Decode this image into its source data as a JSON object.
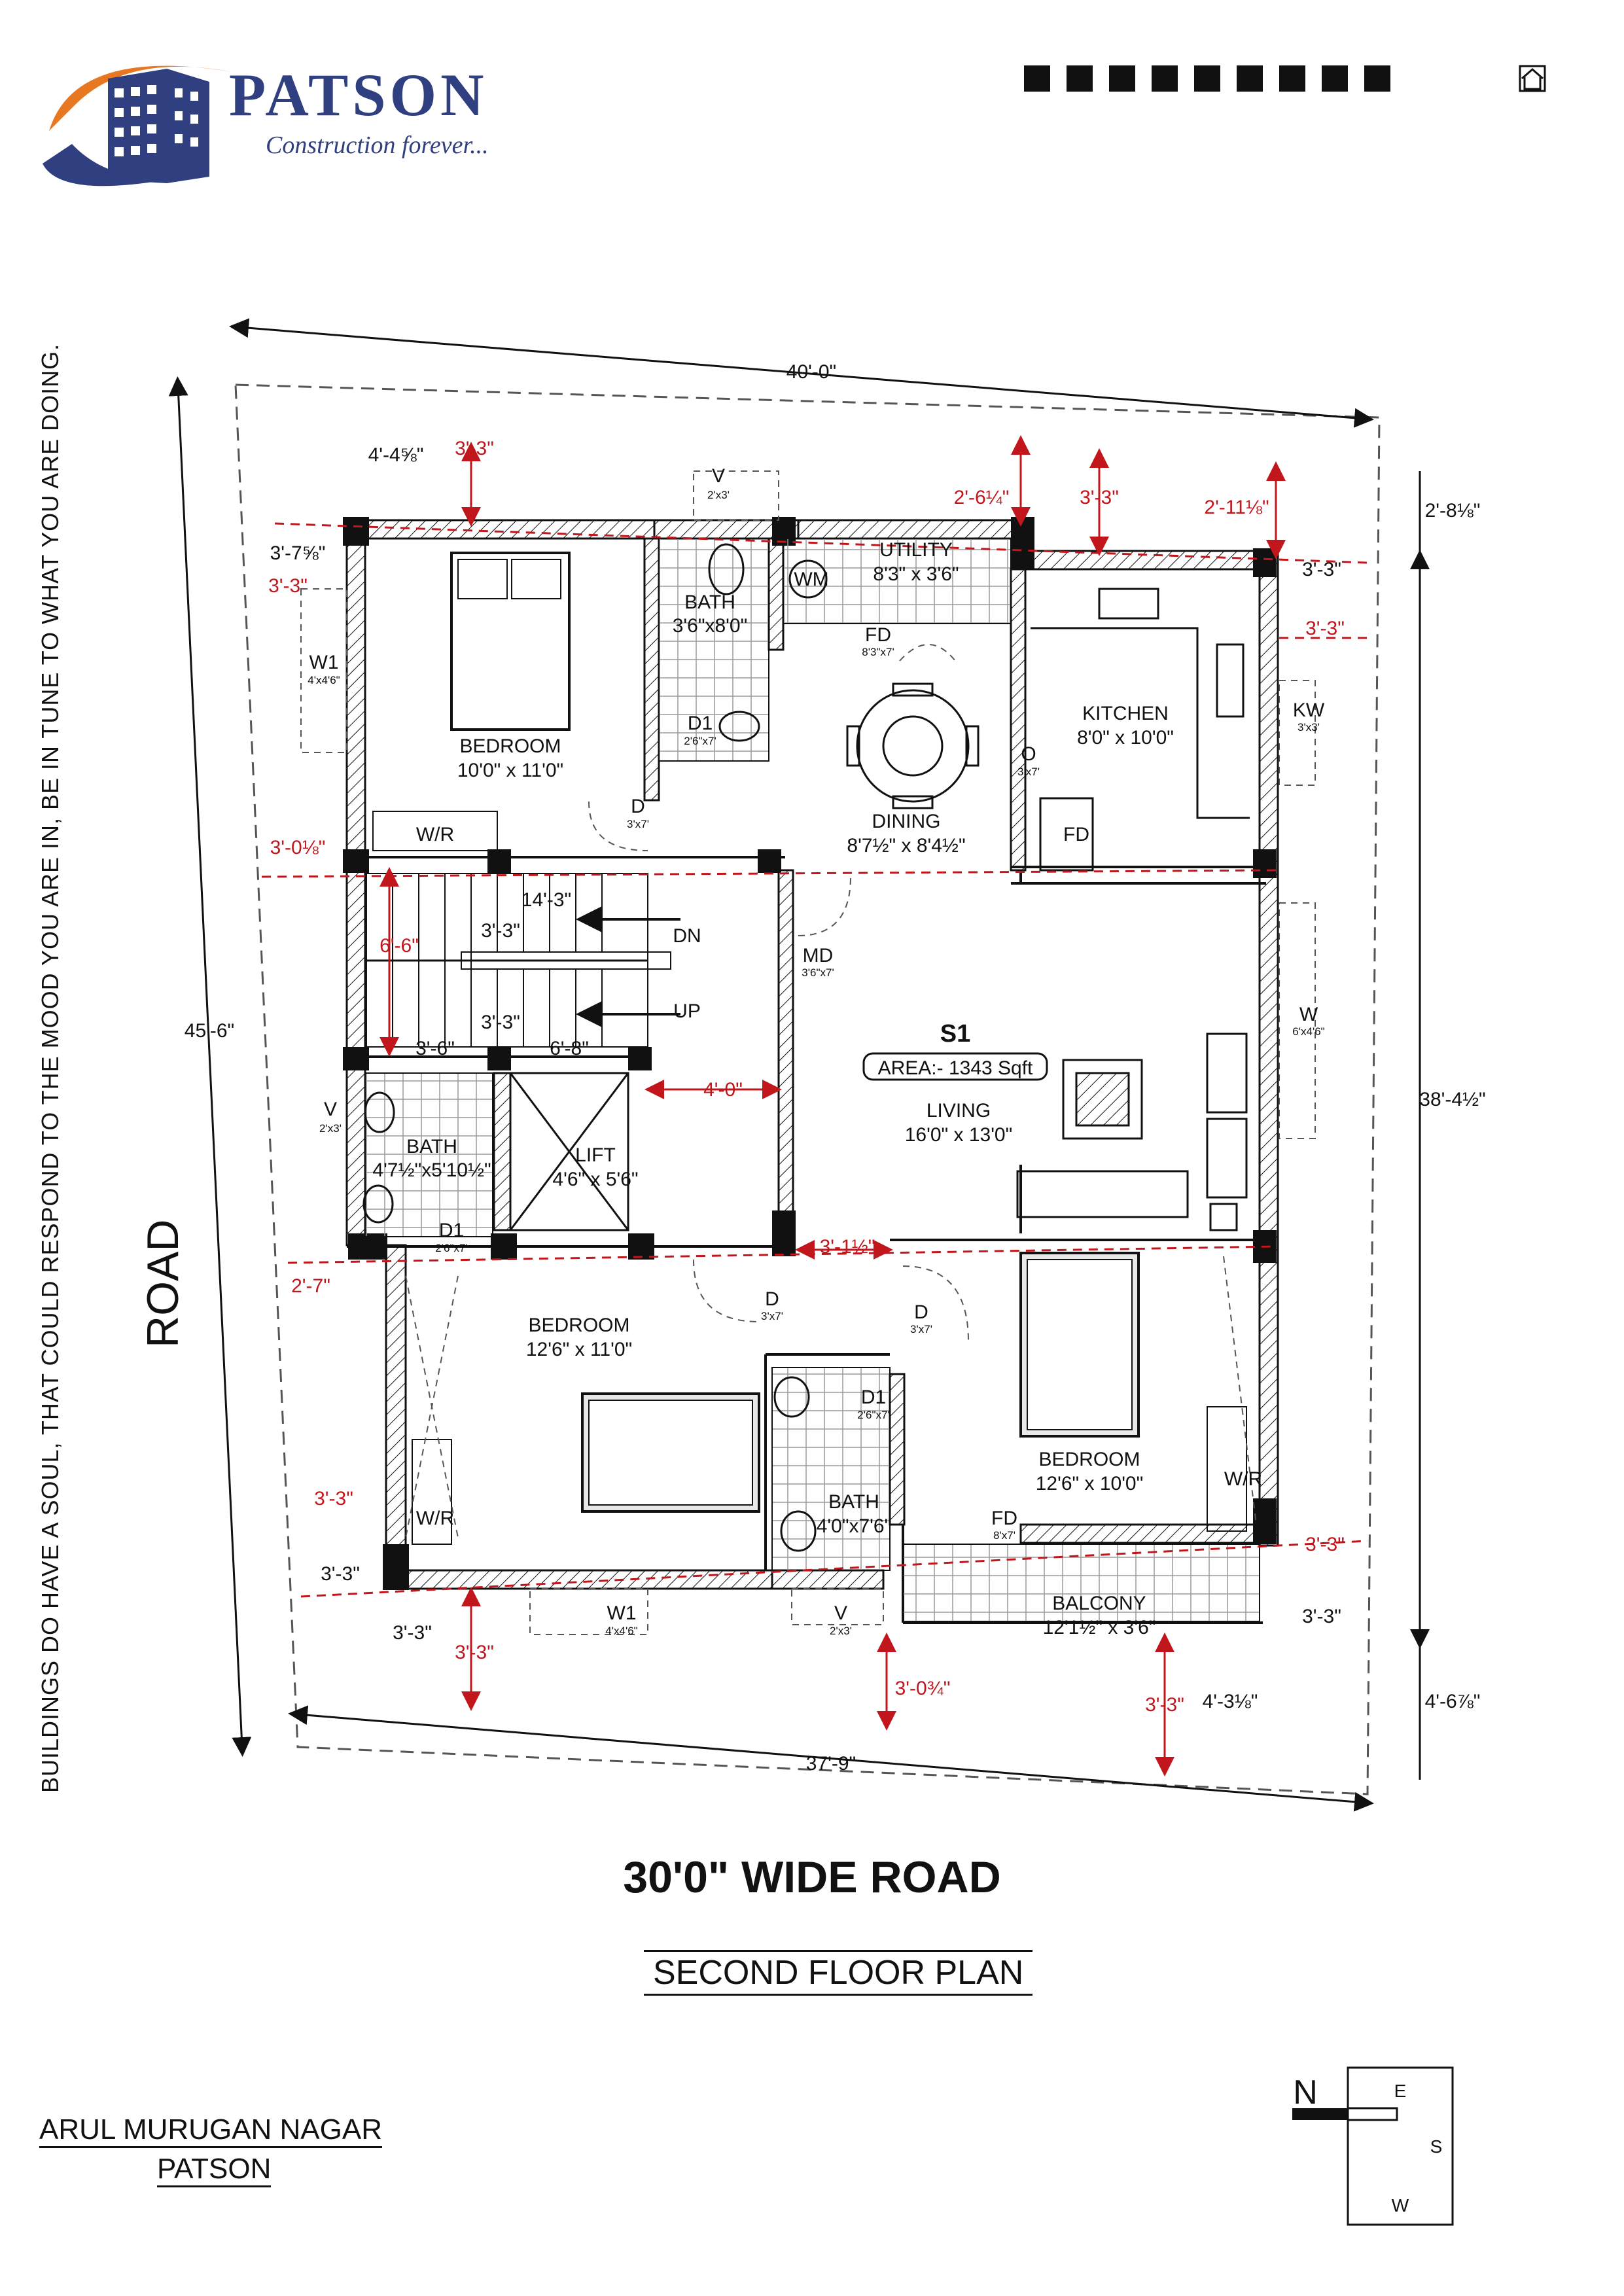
{
  "brand": {
    "name": "PATSON",
    "tagline": "Construction forever..."
  },
  "side_text": "BUILDINGS DO HAVE A SOUL, THAT COULD RESPOND TO THE MOOD YOU ARE IN, BE IN TUNE TO WHAT YOU ARE DOING.",
  "road_label": "ROAD",
  "road_title": "30'0\" WIDE ROAD",
  "plan_title": "SECOND FLOOR PLAN",
  "location": {
    "line1": "ARUL MURUGAN NAGAR",
    "line2": "PATSON"
  },
  "compass": {
    "n": "N",
    "e": "E",
    "s": "S",
    "w": "W"
  },
  "overall_dims": {
    "top": "40'-0\"",
    "bottom": "37'-9\"",
    "left": "45'-6\"",
    "right": "38'-4½\""
  },
  "rooms": {
    "bed1": {
      "name": "BEDROOM",
      "size": "10'0\" x 11'0\""
    },
    "bath1": {
      "name": "BATH",
      "size": "3'6\"x8'0\""
    },
    "utility": {
      "name": "UTILITY",
      "size": "8'3\" x 3'6\""
    },
    "kitchen": {
      "name": "KITCHEN",
      "size": "8'0\" x 10'0\""
    },
    "dining": {
      "name": "DINING",
      "size": "8'7½\" x 8'4½\""
    },
    "living": {
      "name": "LIVING",
      "size": "16'0\" x 13'0\""
    },
    "bath2": {
      "name": "BATH",
      "size": "4'7½\"x5'10½\""
    },
    "lift": {
      "name": "LIFT",
      "size": "4'6\" x 5'6\""
    },
    "bed2": {
      "name": "BEDROOM",
      "size": "12'6\" x 11'0\""
    },
    "bath3": {
      "name": "BATH",
      "size": "4'0\"x7'6\""
    },
    "bed3": {
      "name": "BEDROOM",
      "size": "12'6\" x 10'0\""
    },
    "balcony": {
      "name": "BALCONY",
      "size": "12'1½\" x 3'6\""
    }
  },
  "unit": {
    "id": "S1",
    "area": "AREA:- 1343 Sqft"
  },
  "openings": {
    "v_top": "V",
    "v_top_s": "2'x3'",
    "w1_left": "W1",
    "w1_left_s": "4'x4'6\"",
    "kw": "KW",
    "kw_s": "3'x3'",
    "w_right": "W",
    "w_right_s": "6'x4'6\"",
    "v_left": "V",
    "v_left_s": "2'x3'",
    "fd_util": "FD",
    "fd_util_s": "8'3\"x7'",
    "d1_a": "D1",
    "d1_a_s": "2'6\"x7'",
    "d_a": "D",
    "d_a_s": "3'x7'",
    "o_k": "O",
    "o_k_s": "3'x7'",
    "fd_k": "FD",
    "md": "MD",
    "md_s": "3'6\"x7'",
    "d1_b": "D1",
    "d1_b_s": "2'6\"x7'",
    "d_b": "D",
    "d_b_s": "3'x7'",
    "d_c": "D",
    "d_c_s": "3'x7'",
    "d1_c": "D1",
    "d1_c_s": "2'6\"x7'",
    "fd_bal": "FD",
    "fd_bal_s": "8'x7'",
    "w1_bot": "W1",
    "w1_bot_s": "4'x4'6\"",
    "v_bot": "V",
    "v_bot_s": "2'x3'",
    "wr1": "W/R",
    "wr2": "W/R",
    "wr3": "W/R",
    "wm": "WM"
  },
  "stair": {
    "dn": "DN",
    "up": "UP",
    "d_1": "14'-3\"",
    "d_2": "3'-3\"",
    "d_3": "3'-3\"",
    "d_4": "3'-6\"",
    "d_5": "6'-8\""
  },
  "black_dims": {
    "a": "4'-4⅝\"",
    "b": "3'-7⅝\"",
    "c": "2'-8⅛\"",
    "d": "3'-3\"",
    "e": "3'-3\"",
    "f": "3'-3\"",
    "g": "3'-3\"",
    "h": "4'-3⅛\"",
    "i": "4'-6⅞\""
  },
  "red_dims": {
    "a": "3'-3\"",
    "b": "2'-6¼\"",
    "c": "3'-3\"",
    "d": "2'-11⅛\"",
    "e": "3'-3\"",
    "f": "3'-3\"",
    "g": "3'-0⅛\"",
    "h": "6'-6\"",
    "i": "4'-0\"",
    "j": "3'-1½\"",
    "k": "2'-7\"",
    "l": "3'-3\"",
    "m": "3'-3\"",
    "n": "3'-3\"",
    "o": "3'-0¾\"",
    "p": "3'-3\""
  },
  "colors": {
    "brand": "#2f3f7f",
    "accent": "#e87722",
    "dimension": "#c0161c",
    "ink": "#111111"
  }
}
